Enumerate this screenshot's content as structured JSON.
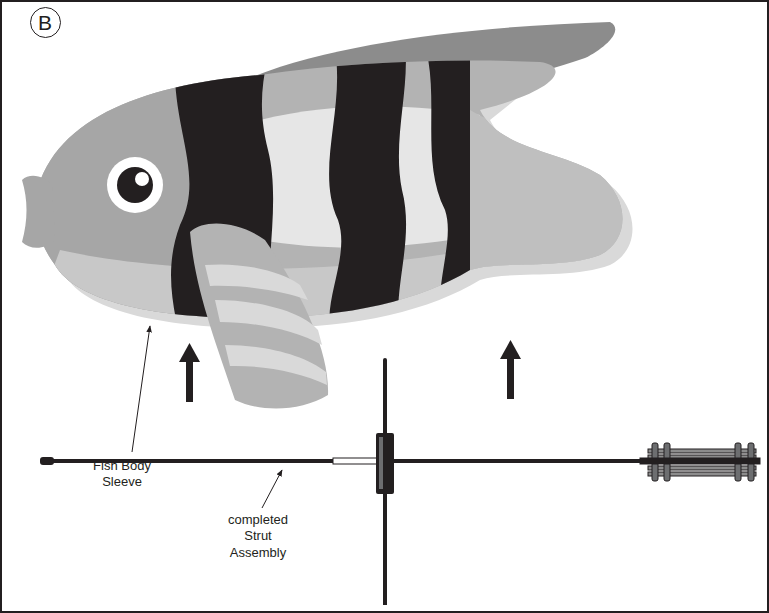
{
  "diagram": {
    "nodes": [
      {
        "text": [
          "B"
        ]
      }
    ],
    "labels": [
      "Fish Body Sleeve",
      "completed Strut Assembly"
    ]
  }
}
